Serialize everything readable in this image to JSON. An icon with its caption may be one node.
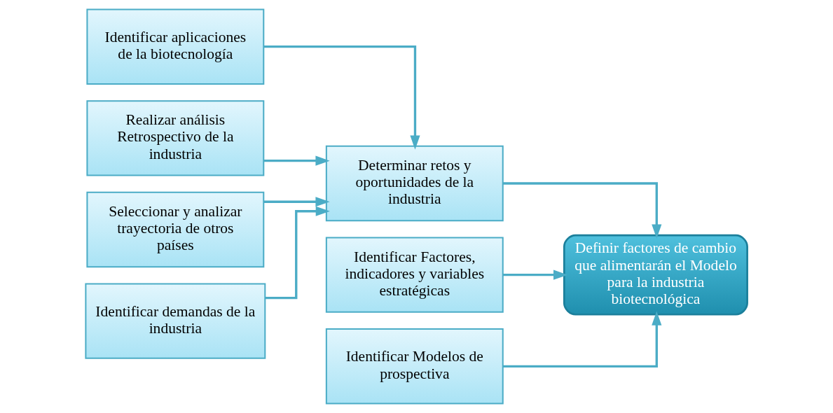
{
  "diagram": {
    "nodes": [
      {
        "text": [
          "Identificar aplicaciones de la biotecnología"
        ]
      },
      {
        "text": [
          "Realizar análisis Retrospectivo de la industria"
        ]
      },
      {
        "text": [
          "Seleccionar y analizar trayectoria de otros países"
        ]
      },
      {
        "text": [
          "Identificar demandas de la industria"
        ]
      },
      {
        "text": [
          "Identificar Factores, indicadores y variables estratégicas"
        ]
      },
      {
        "text": [
          "Determinar retos y oportunidades de la industria"
        ]
      },
      {
        "text": [
          "Identificar Modelos de prospectiva"
        ]
      },
      {
        "text": [
          "Definir factores de cambio que alimentarán el Modelo para la industria biotecnológica"
        ]
      }
    ],
    "edges": [
      {
        "from": 0,
        "to": 5,
        "arrow": "to"
      },
      {
        "from": 1,
        "to": 5,
        "arrow": "to"
      },
      {
        "from": 2,
        "to": 5,
        "arrow": "to"
      },
      {
        "from": 3,
        "to": 5,
        "arrow": "to"
      },
      {
        "from": 4,
        "to": 7,
        "arrow": "to"
      },
      {
        "from": 5,
        "to": 7,
        "arrow": "to"
      },
      {
        "from": 6,
        "to": 7,
        "arrow": "to"
      }
    ]
  }
}
